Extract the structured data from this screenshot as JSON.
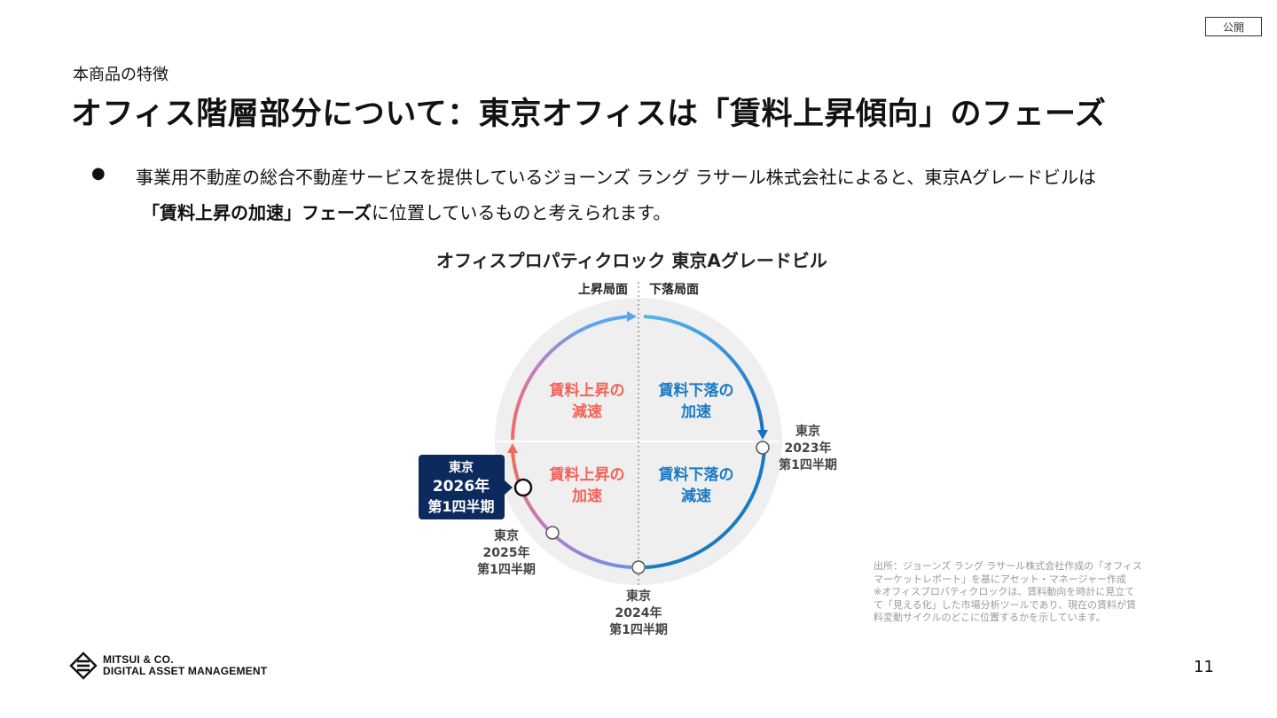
{
  "badge": "公開",
  "header": {
    "subtitle": "本商品の特徴",
    "title": "オフィス階層部分について：東京オフィスは「賃料上昇傾向」のフェーズ"
  },
  "bullet": {
    "marker": "●",
    "line1": "事業用不動産の総合不動産サービスを提供しているジョーンズ ラング ラサール株式会社によると、東京Aグレードビルは",
    "line2_bold": "「賃料上昇の加速」フェーズ",
    "line2_rest": "に位置しているものと考えられます。"
  },
  "figure": {
    "title": "オフィスプロパティクロック 東京Aグレードビル",
    "phase_labels": {
      "rising": "上昇局面",
      "falling": "下落局面"
    },
    "quadrants": {
      "top_left": [
        "賃料上昇の",
        "減速"
      ],
      "top_right": [
        "賃料下落の",
        "加速"
      ],
      "bottom_left": [
        "賃料上昇の",
        "加速"
      ],
      "bottom_right": [
        "賃料下落の",
        "減速"
      ]
    },
    "points": {
      "p2023": [
        "東京",
        "2023年",
        "第1四半期"
      ],
      "p2024": [
        "東京",
        "2024年",
        "第1四半期"
      ],
      "p2025": [
        "東京",
        "2025年",
        "第1四半期"
      ],
      "p2026": [
        "東京",
        "2026年",
        "第1四半期"
      ]
    },
    "colors": {
      "rise_text": "#f0645a",
      "fall_text": "#1a7ac4",
      "callout_bg": "#0d2a5e",
      "disc": "#efefef"
    }
  },
  "note": [
    "出所：ジョーンズ ラング ラサール株式会社作成の「オフィス",
    "マーケットレポート」を基にアセット・マネージャー作成",
    "※オフィスプロパティクロックは、賃料動向を時計に見立て",
    "て「見える化」した市場分析ツールであり、現在の賃料が賃",
    "料変動サイクルのどこに位置するかを示しています。"
  ],
  "footer": {
    "logo_line1": "MITSUI & CO.",
    "logo_line2": "DIGITAL ASSET MANAGEMENT",
    "page_number": "11"
  }
}
